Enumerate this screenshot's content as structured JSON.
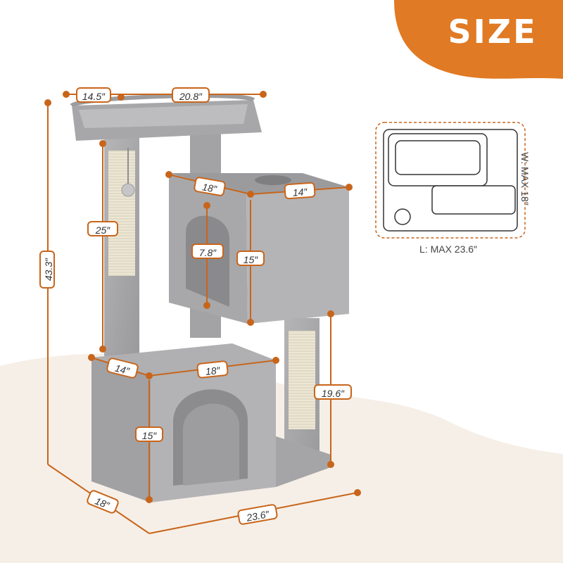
{
  "title": "SIZE",
  "colors": {
    "accent": "#c8651b",
    "plush": "#a9a9ab",
    "sisal": "#ebe4d2",
    "floor": "#f4ece3"
  },
  "dimensions": {
    "top_depth": "14.5″",
    "top_width": "20.8″",
    "total_height": "43.3″",
    "post_height": "25″",
    "condo_width": "18″",
    "condo_depth": "14″",
    "condo_door_height": "7.8″",
    "condo_height": "15″",
    "base_box_depth": "14″",
    "base_box_width": "18″",
    "base_box_height": "15″",
    "right_post_height": "19.6″",
    "base_depth": "18″",
    "base_width": "23.6″"
  },
  "package": {
    "length_label": "L: MAX 23.6″",
    "width_label": "W: MAX 18″"
  }
}
